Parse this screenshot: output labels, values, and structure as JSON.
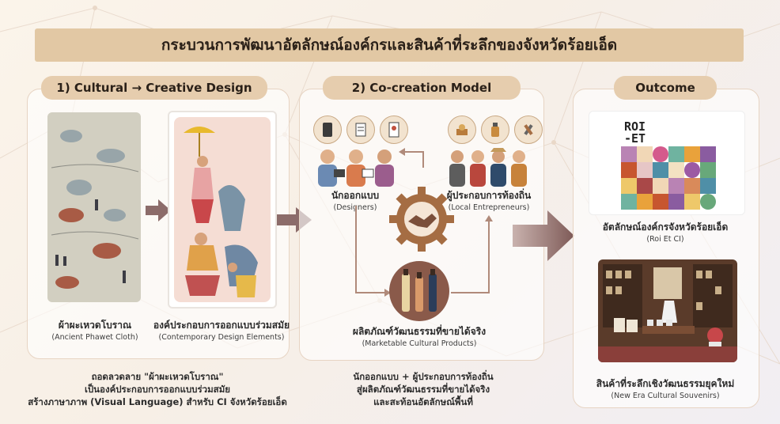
{
  "title": "กระบวนการพัฒนาอัตลักษณ์องค์กรและสินค้าที่ระลึกของจังหวัดร้อยเอ็ด",
  "sections": {
    "cultural": {
      "heading": "1) Cultural → Creative Design",
      "items": [
        {
          "th": "ผ้าผะเหวดโบราณ",
          "en": "(Ancient Phawet Cloth)"
        },
        {
          "th": "องค์ประกอบการออกแบบร่วมสมัย",
          "en": "(Contemporary Design Elements)"
        }
      ],
      "description": [
        "ถอดลวดลาย \"ผ้าผะเหวดโบราณ\"",
        "เป็นองค์ประกอบการออกแบบร่วมสมัย",
        "สร้างภาษาภาพ (Visual Language) สำหรับ CI จังหวัดร้อยเอ็ด"
      ]
    },
    "cocreation": {
      "heading": "2) Co-creation Model",
      "designers": {
        "th": "นักออกแบบ",
        "en": "(Designers)"
      },
      "entrepreneurs": {
        "th": "ผู้ประกอบการท้องถิ่น",
        "en": "(Local Entrepreneurs)"
      },
      "products": {
        "th": "ผลิตภัณฑ์วัฒนธรรมที่ขายได้จริง",
        "en": "(Marketable Cultural Products)"
      },
      "description": [
        "นักออกแบบ + ผู้ประกอบการท้องถิ่น",
        "สู่ผลิตภัณฑ์วัฒนธรรมที่ขายได้จริง",
        "และสะท้อนอัตลักษณ์พื้นที่"
      ]
    },
    "outcome": {
      "heading": "Outcome",
      "logo_text": [
        "ROI",
        "-ET"
      ],
      "ci": {
        "th": "อัตลักษณ์องค์กรจังหวัดร้อยเอ็ด",
        "en": "(Roi Et CI)"
      },
      "souvenirs": {
        "th": "สินค้าที่ระลึกเชิงวัฒนธรรมยุคใหม่",
        "en": "(New Era Cultural Souvenirs)"
      }
    }
  },
  "colors": {
    "banner": "#e2c8a4",
    "pill": "#e6cdae",
    "arrow": "#8c6c6a",
    "gear": "#a56d43",
    "accent": "#7b4f3a"
  }
}
